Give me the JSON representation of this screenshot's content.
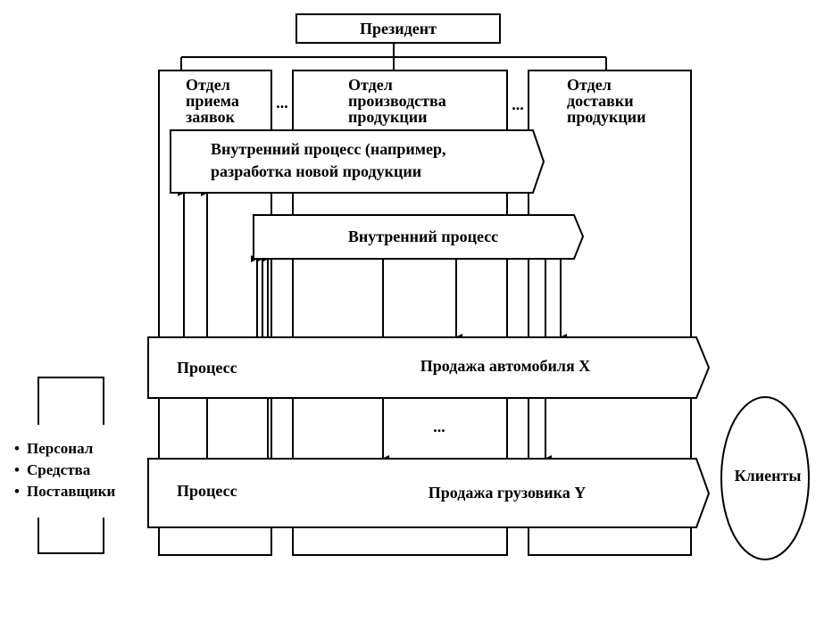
{
  "president": "Президент",
  "departments": [
    {
      "lines": [
        "Отдел",
        "приема",
        "заявок"
      ]
    },
    {
      "lines": [
        "Отдел",
        "производства",
        "продукции"
      ]
    },
    {
      "lines": [
        "Отдел",
        "доставки",
        "продукции"
      ]
    }
  ],
  "dept_gap_ellipsis": [
    "...",
    "..."
  ],
  "internal_process_1": {
    "lines": [
      "Внутренний процесс (например,",
      "разработка новой продукции"
    ]
  },
  "internal_process_2": {
    "label": "Внутренний процесс"
  },
  "process_1": {
    "left": "Процесс",
    "center": "Продажа автомобиля X"
  },
  "between_ellipsis": "...",
  "process_2": {
    "left": "Процесс",
    "center": "Продажа грузовика Y"
  },
  "resources": {
    "items": [
      "Персонал",
      "Средства",
      "Поставщики"
    ],
    "bullet": "•"
  },
  "clients": "Клиенты"
}
